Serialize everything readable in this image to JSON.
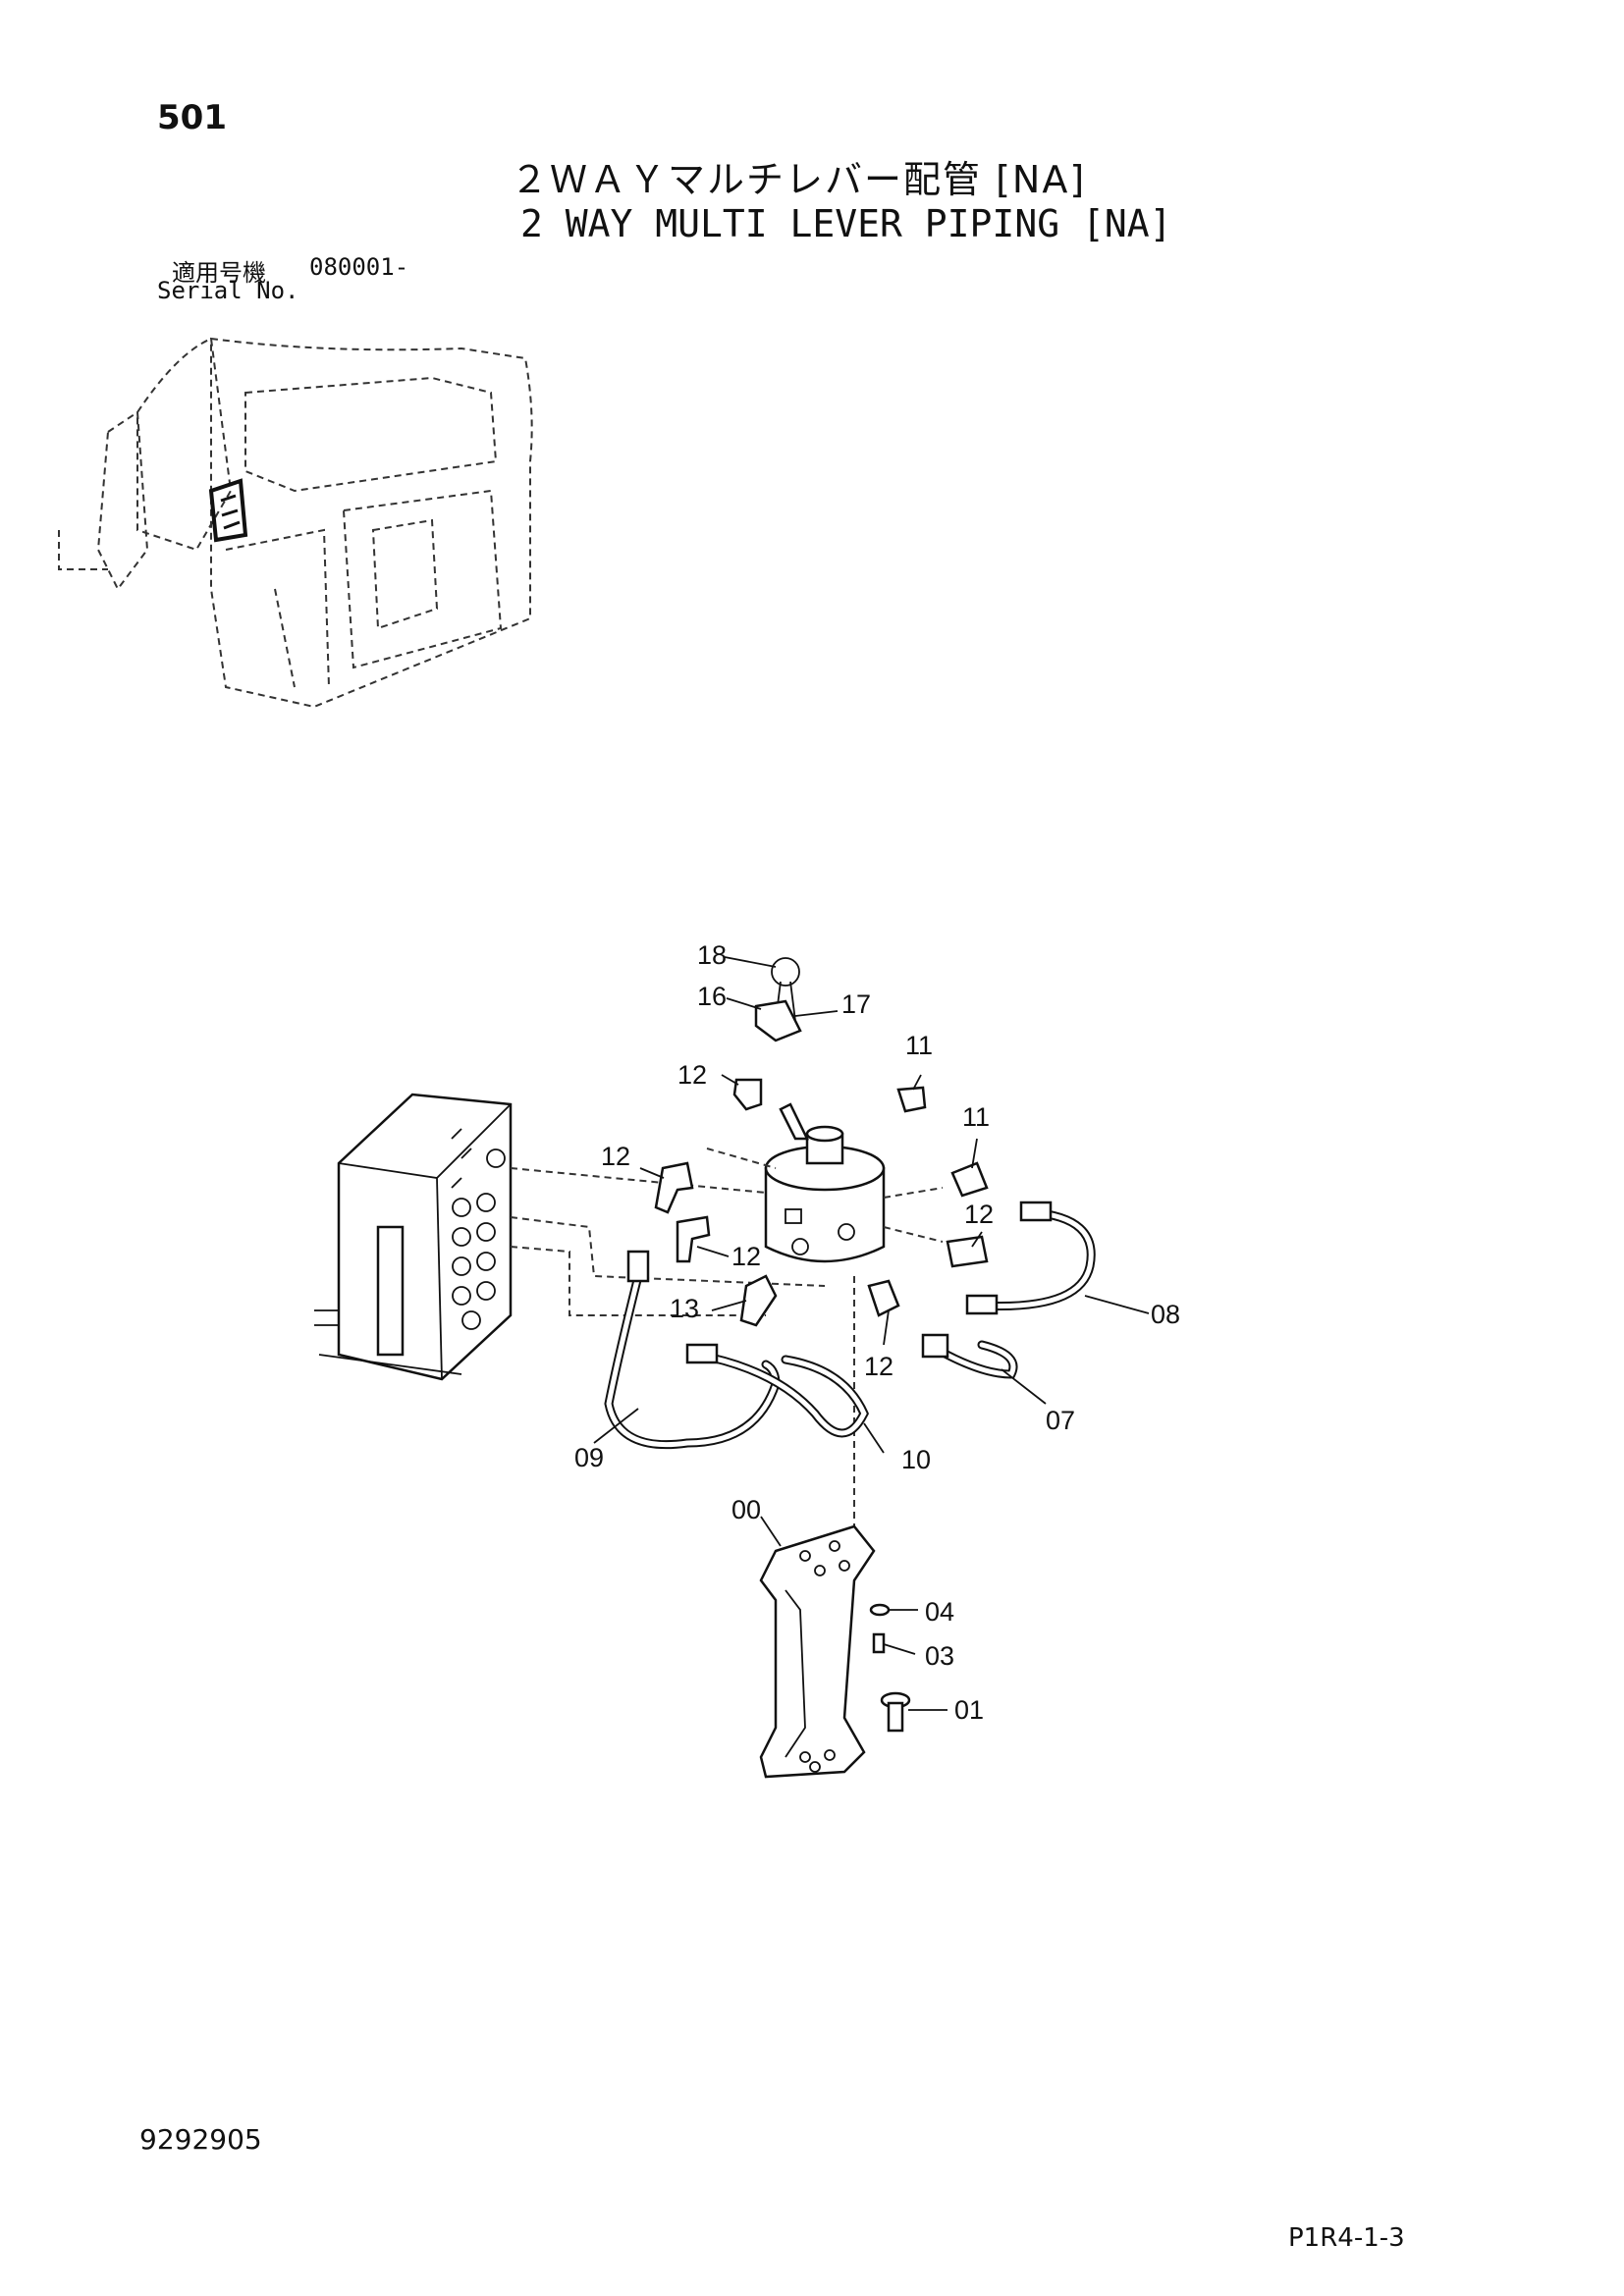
{
  "header": {
    "page_number": "501",
    "title_jp": "２ＷＡＹマルチレバー配管 [NA]",
    "title_en": "2 WAY MULTI LEVER PIPING [NA]",
    "serial_label_jp": "適用号機",
    "serial_value": "080001-",
    "serial_label_en": "Serial No."
  },
  "footer": {
    "doc_number": "9292905",
    "page_code": "P1R4-1-3"
  },
  "callouts": {
    "c18": "18",
    "c16": "16",
    "c17": "17",
    "c12a": "12",
    "c11a": "11",
    "c11b": "11",
    "c12b": "12",
    "c12c": "12",
    "c12d": "12",
    "c13": "13",
    "c12e": "12",
    "c08": "08",
    "c07": "07",
    "c09": "09",
    "c10": "10",
    "c00": "00",
    "c04": "04",
    "c03": "03",
    "c01": "01"
  }
}
